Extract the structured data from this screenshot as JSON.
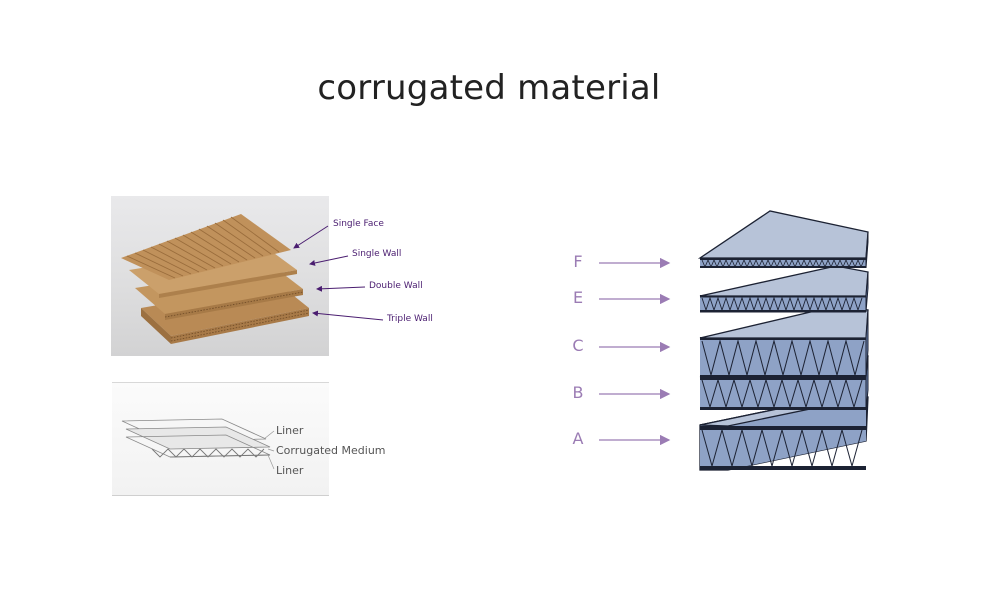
{
  "title": "corrugated material",
  "photo": {
    "labels": {
      "single_face": "Single Face",
      "single_wall": "Single Wall",
      "double_wall": "Double Wall",
      "triple_wall": "Triple Wall"
    },
    "label_color": "#4a1d70",
    "board_color": "#c89c66"
  },
  "cross_section": {
    "labels": {
      "liner_top": "Liner",
      "medium": "Corrugated Medium",
      "liner_bottom": "Liner"
    }
  },
  "flutes": {
    "letters": [
      "F",
      "E",
      "C",
      "B",
      "A"
    ],
    "letter_color": "#9b7cb4",
    "panel_color": "#b7c3d8",
    "flute_color": "#6e86b3"
  }
}
